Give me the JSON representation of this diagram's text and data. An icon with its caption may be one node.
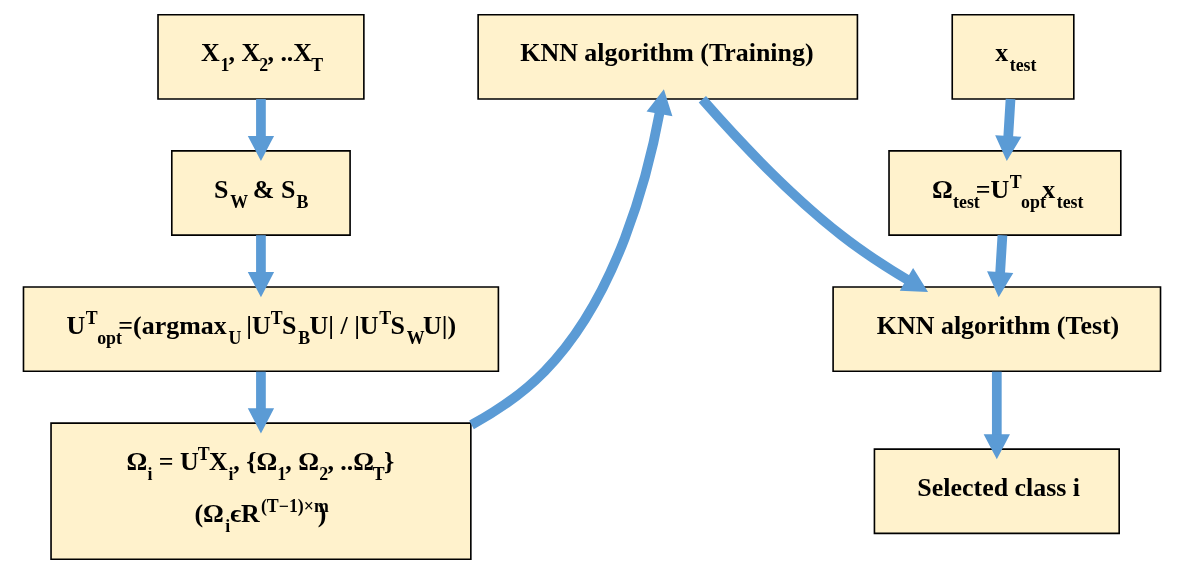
{
  "diagram": {
    "nodes": [
      {
        "text": [
          "X$_{1}$, X$_{2}$, ..X$_{T}$"
        ]
      },
      {
        "text": [
          "S$_{W}$ & S$_{B}$"
        ]
      },
      {
        "text": [
          "U$^{T}$$_{opt}$=(argmax$_{U}$ |U$^{T}$S$_{B}$U| / |U$^{T}$S$_{W}$U|)"
        ]
      },
      {
        "text": [
          "Ω$_{i}$ = U$^{T}$X$_{i}$, {Ω$_{1}$, Ω$_{2}$, ..Ω$_{T}$}",
          "(Ω$_{i}$ϵR$^{(T−1)×m}$)"
        ]
      },
      {
        "text": [
          "KNN algorithm (Training)"
        ]
      },
      {
        "text": [
          "x$_{test}$"
        ]
      },
      {
        "text": [
          "KNN algorithm (Test)"
        ]
      },
      {
        "text": [
          "Ω$_{test}$=U$^{T}$$_{opt}$x$_{test}$"
        ]
      },
      {
        "text": [
          "Selected class i"
        ]
      }
    ],
    "edges": [
      {
        "from": 0,
        "to": 1,
        "arrow": "to"
      },
      {
        "from": 1,
        "to": 2,
        "arrow": "to"
      },
      {
        "from": 2,
        "to": 3,
        "arrow": "to"
      },
      {
        "from": 3,
        "to": 4,
        "arrow": "to"
      },
      {
        "from": 4,
        "to": 6,
        "arrow": "to"
      },
      {
        "from": 5,
        "to": 7,
        "arrow": "to"
      },
      {
        "from": 7,
        "to": 6,
        "arrow": "to"
      },
      {
        "from": 6,
        "to": 8,
        "arrow": "to"
      }
    ]
  }
}
